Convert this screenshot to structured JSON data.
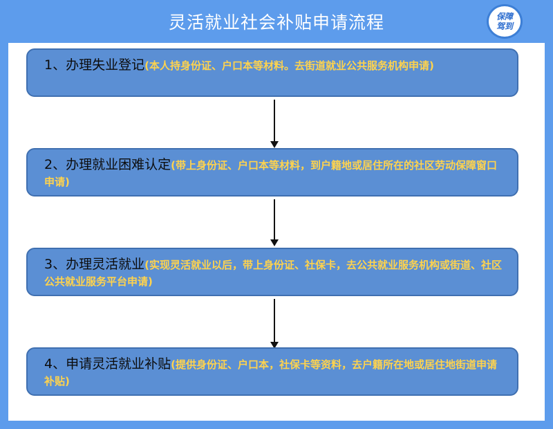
{
  "header": {
    "title": "灵活就业社会补贴申请流程",
    "logo_line1": "保障",
    "logo_line2": "驾到"
  },
  "steps": [
    {
      "main": "1、办理失业登记",
      "note": "(本人持身份证、户口本等材料。去街道就业公共服务机构申请)"
    },
    {
      "main": "2、办理就业困难认定",
      "note": "(带上身份证、户口本等材料，到户籍地或居住所在的社区劳动保障窗口申请)"
    },
    {
      "main": "3、办理灵活就业",
      "note": "(实现灵活就业以后，带上身份证、社保卡，去公共就业服务机构或街道、社区公共就业服务平台申请)"
    },
    {
      "main": "4、申请灵活就业补贴",
      "note": "(提供身份证、户口本，社保卡等资料，去户籍所在地或居住地街道申请补贴)"
    }
  ],
  "colors": {
    "frame": "#5d9cec",
    "step_fill": "#5b8fd4",
    "note_text": "#ffd34d"
  }
}
